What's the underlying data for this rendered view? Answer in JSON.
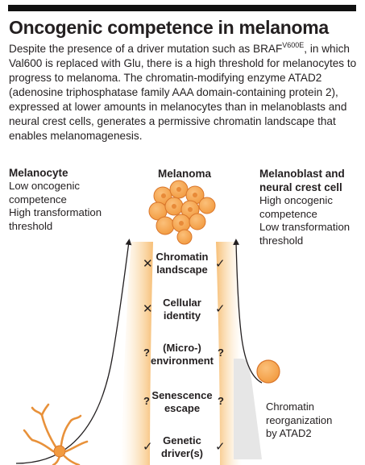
{
  "title": "Oncogenic competence in melanoma",
  "intro": {
    "part1": "Despite the presence of a driver mutation such as BRAF",
    "superscript": "V600E",
    "part2": ", in which Val600 is replaced with Glu, there is a high threshold for melanocytes to progress to melanoma. The chromatin-modifying enzyme ATAD2 (adenosine triphosphatase family AAA domain-containing protein 2), expressed at lower amounts in melanocytes than in melanoblasts and neural crest cells, generates a permissive chromatin landscape that enables melanomagenesis."
  },
  "left": {
    "title": "Melanocyte",
    "line1": "Low oncogenic",
    "line2": "competence",
    "line3": "High transformation",
    "line4": "threshold"
  },
  "center": {
    "title": "Melanoma"
  },
  "right": {
    "title1": "Melanoblast and",
    "title2": "neural crest cell",
    "line1": "High oncogenic",
    "line2": "competence",
    "line3": "Low transformation",
    "line4": "threshold"
  },
  "factors": [
    {
      "line1": "Chromatin",
      "line2": "landscape",
      "left_mark": "✕",
      "right_mark": "✓"
    },
    {
      "line1": "Cellular",
      "line2": "identity",
      "left_mark": "✕",
      "right_mark": "✓"
    },
    {
      "line1": "(Micro-)",
      "line2": "environment",
      "left_mark": "?",
      "right_mark": "?"
    },
    {
      "line1": "Senescence",
      "line2": "escape",
      "left_mark": "?",
      "right_mark": "?"
    },
    {
      "line1": "Genetic",
      "line2": "driver(s)",
      "left_mark": "✓",
      "right_mark": "✓"
    }
  ],
  "hurdle": {
    "line1": "Chromatin",
    "line2": "reorganization",
    "line3": "by ATAD2"
  },
  "colors": {
    "cell_orange": "#f5a04a",
    "cell_outline": "#d9762b",
    "glow": "#f6c27a",
    "gray": "#e6e6e6"
  }
}
